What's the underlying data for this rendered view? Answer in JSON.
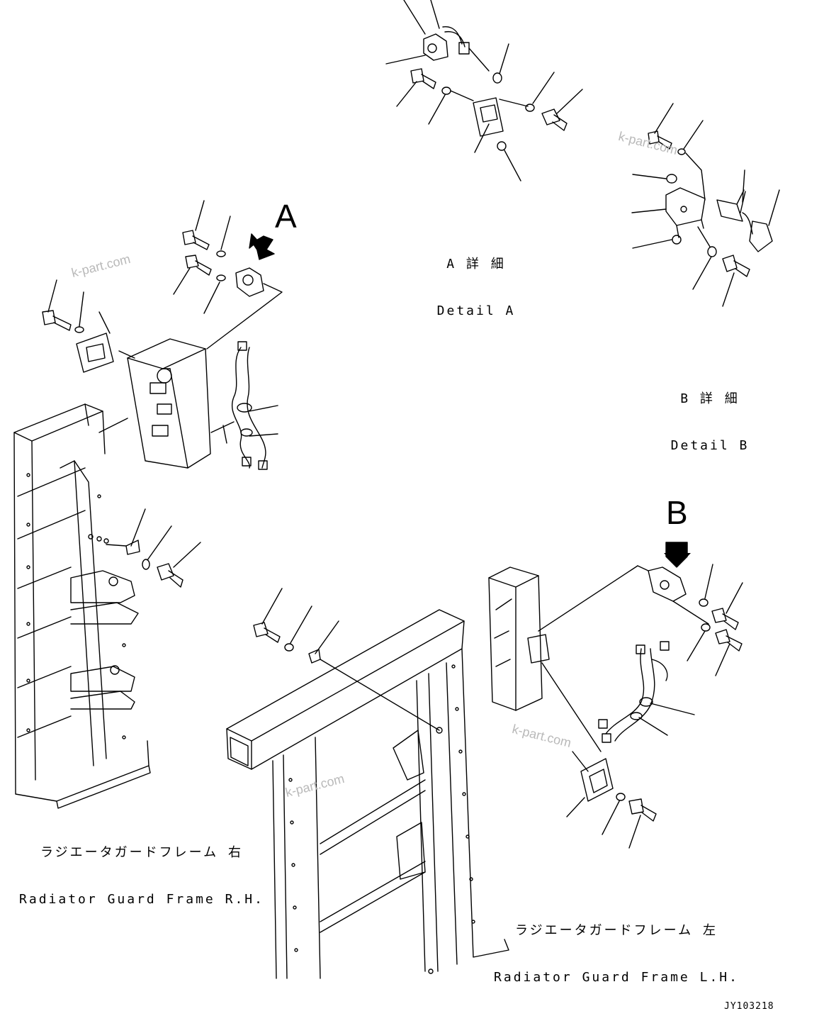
{
  "view_labels": {
    "a": "A",
    "b": "B"
  },
  "details": {
    "a": {
      "jp": "A 詳 細",
      "en": "Detail A"
    },
    "b": {
      "jp": "B 詳 細",
      "en": "Detail B"
    }
  },
  "frames": {
    "rh": {
      "jp": "ラジエータガードフレーム 右",
      "en": "Radiator Guard Frame R.H."
    },
    "lh": {
      "jp": "ラジエータガードフレーム 左",
      "en": "Radiator Guard Frame L.H."
    }
  },
  "watermark": "k-part.com",
  "drawing_code": "JY103218"
}
